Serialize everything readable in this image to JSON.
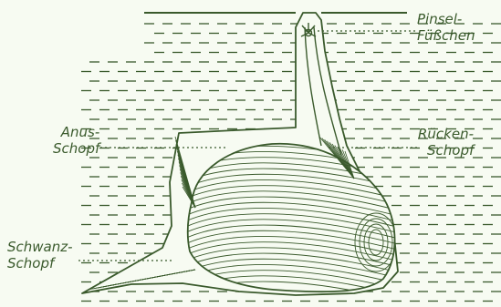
{
  "labels": {
    "pinsel_fuesschen": [
      "Pinsel-",
      "Füßchen"
    ],
    "anus_schopf": [
      "Anus-",
      "Schopf"
    ],
    "ruecken_schopf": [
      "Rücken-",
      "Schopf"
    ],
    "schwanz_schopf": [
      "Schwanz-",
      "Schopf"
    ]
  },
  "colors": {
    "ink": "#3a5a2c",
    "paper": "#f7fbf2"
  }
}
